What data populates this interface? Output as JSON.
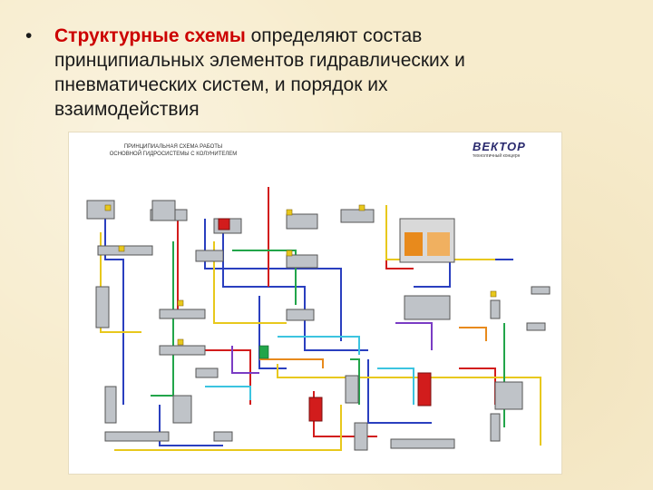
{
  "slide": {
    "bullet": "•",
    "highlight": "Структурные схемы",
    "line1_rest": " определяют состав",
    "line2": "принципиальных  элементов гидравлических и",
    "line3": "пневматических систем, и порядок их",
    "line4": "взаимодействия"
  },
  "diagram": {
    "title_line1": "Принципиальная схема работы",
    "title_line2": "основной гидросистемы с колунителем",
    "logo_name": "ВЕКТОР",
    "logo_sub": "технолгичный концерн"
  },
  "colors": {
    "accent_text": "#cc0000",
    "line_blue": "#2a3fbf",
    "line_red": "#d21c1c",
    "line_yellow": "#e8c81c",
    "line_green": "#22a54a",
    "line_cyan": "#3cc4e0",
    "line_orange": "#e88a1c",
    "line_purple": "#7a3cc4"
  }
}
